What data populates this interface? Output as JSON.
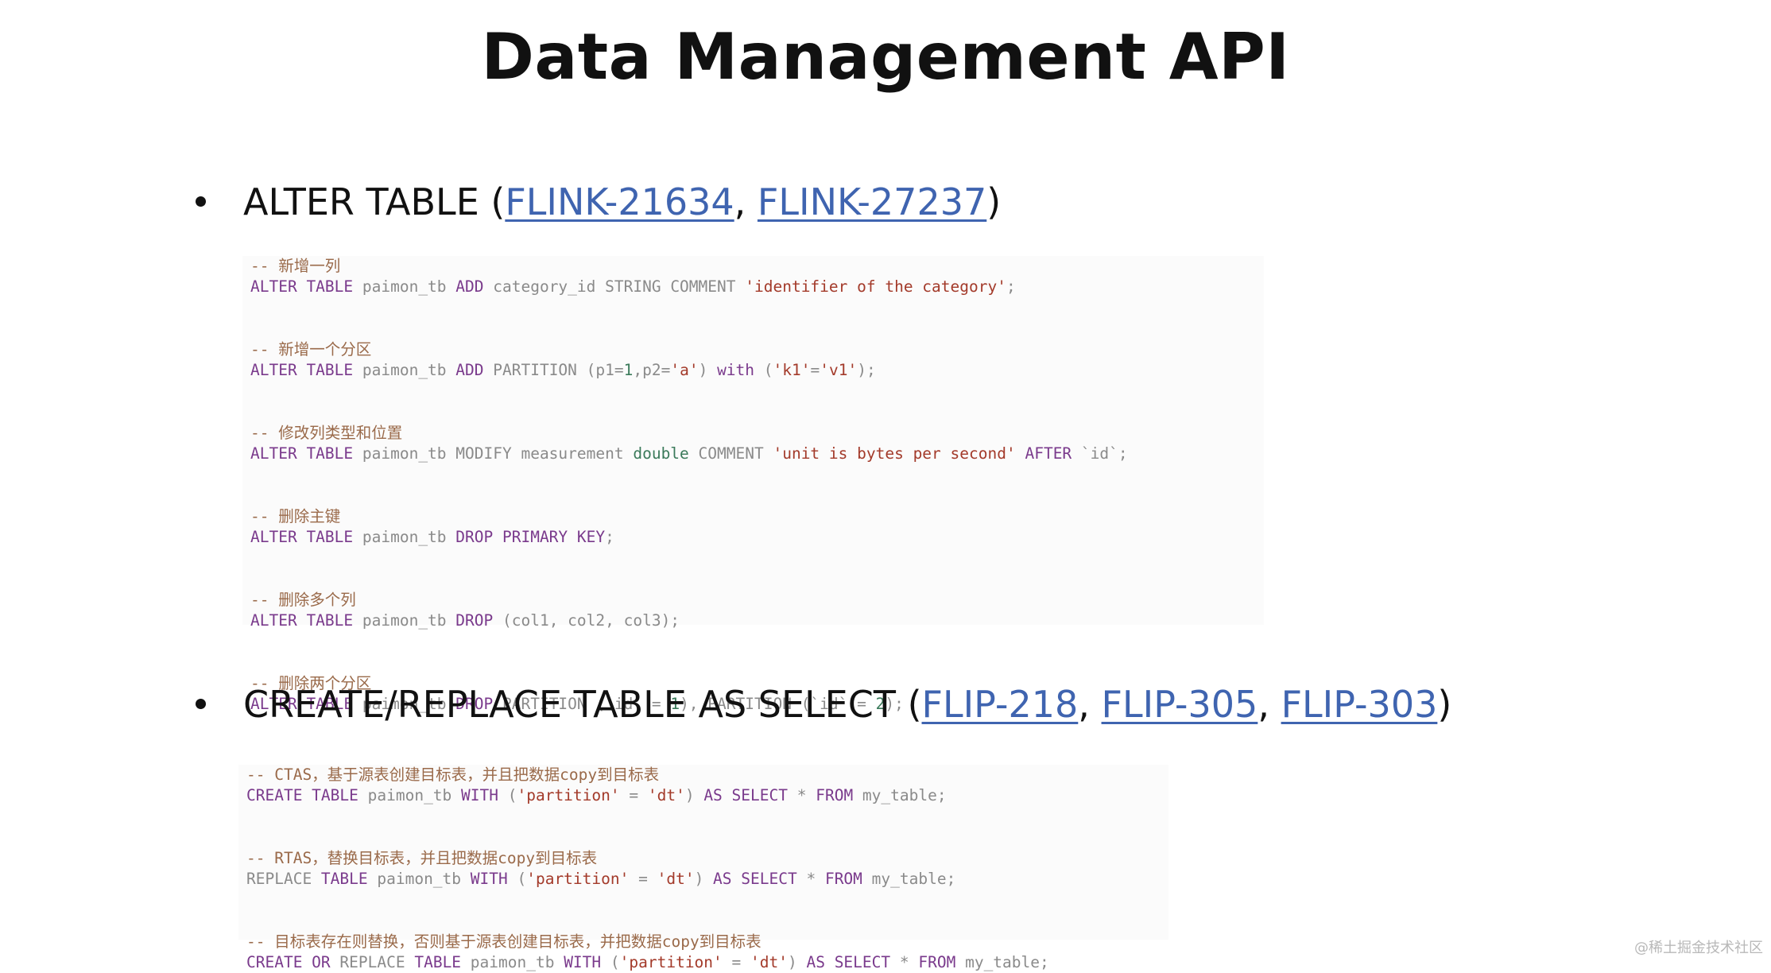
{
  "title": "Data Management API",
  "sections": [
    {
      "prefix": "ALTER TABLE (",
      "links": [
        "FLINK-21634",
        "FLINK-27237"
      ],
      "suffix": ")",
      "code": [
        [
          [
            [
              "c-cm",
              "-- 新增一列"
            ]
          ],
          [
            [
              "c-kw",
              "ALTER TABLE"
            ],
            [
              "",
              " paimon_tb "
            ],
            [
              "c-kw",
              "ADD"
            ],
            [
              "",
              " category_id STRING COMMENT "
            ],
            [
              "c-st",
              "'identifier of the category'"
            ],
            [
              "",
              ";"
            ]
          ]
        ],
        [
          [
            [
              "c-cm",
              "-- 新增一个分区"
            ]
          ],
          [
            [
              "c-kw",
              "ALTER TABLE"
            ],
            [
              "",
              " paimon_tb "
            ],
            [
              "c-kw",
              "ADD"
            ],
            [
              "",
              " PARTITION (p1="
            ],
            [
              "c-nu",
              "1"
            ],
            [
              "",
              ",p2="
            ],
            [
              "c-st",
              "'a'"
            ],
            [
              "",
              ") "
            ],
            [
              "c-kw",
              "with"
            ],
            [
              "",
              " ("
            ],
            [
              "c-st",
              "'k1'"
            ],
            [
              "",
              "="
            ],
            [
              "c-st",
              "'v1'"
            ],
            [
              "",
              ");"
            ]
          ]
        ],
        [
          [
            [
              "c-cm",
              "-- 修改列类型和位置"
            ]
          ],
          [
            [
              "c-kw",
              "ALTER TABLE"
            ],
            [
              "",
              " paimon_tb MODIFY measurement "
            ],
            [
              "c-ty",
              "double"
            ],
            [
              "",
              " COMMENT "
            ],
            [
              "c-st",
              "'unit is bytes per second'"
            ],
            [
              "",
              " "
            ],
            [
              "c-kw",
              "AFTER"
            ],
            [
              "",
              " `id`;"
            ]
          ]
        ],
        [
          [
            [
              "c-cm",
              "-- 删除主键"
            ]
          ],
          [
            [
              "c-kw",
              "ALTER TABLE"
            ],
            [
              "",
              " paimon_tb "
            ],
            [
              "c-kw",
              "DROP PRIMARY KEY"
            ],
            [
              "",
              ";"
            ]
          ]
        ],
        [
          [
            [
              "c-cm",
              "-- 删除多个列"
            ]
          ],
          [
            [
              "c-kw",
              "ALTER TABLE"
            ],
            [
              "",
              " paimon_tb "
            ],
            [
              "c-kw",
              "DROP"
            ],
            [
              "",
              " (col1, col2, col3);"
            ]
          ]
        ],
        [
          [
            [
              "c-cm",
              "-- 删除两个分区"
            ]
          ],
          [
            [
              "c-kw",
              "ALTER TABLE"
            ],
            [
              "",
              " paimon_tb "
            ],
            [
              "c-kw",
              "DROP"
            ],
            [
              "",
              " PARTITION (`id` = "
            ],
            [
              "c-nu",
              "1"
            ],
            [
              "",
              "), PARTITION (`id` = "
            ],
            [
              "c-nu",
              "2"
            ],
            [
              "",
              ");"
            ]
          ]
        ]
      ]
    },
    {
      "prefix": "CREATE/REPLACE TABLE AS SELECT (",
      "links": [
        "FLIP-218",
        "FLIP-305",
        "FLIP-303"
      ],
      "suffix": ")",
      "code": [
        [
          [
            [
              "c-cm",
              "-- CTAS，基于源表创建目标表，并且把数据copy到目标表"
            ]
          ],
          [
            [
              "c-kw",
              "CREATE TABLE"
            ],
            [
              "",
              " paimon_tb "
            ],
            [
              "c-kw",
              "WITH"
            ],
            [
              "",
              " ("
            ],
            [
              "c-st",
              "'partition'"
            ],
            [
              "",
              " = "
            ],
            [
              "c-st",
              "'dt'"
            ],
            [
              "",
              ") "
            ],
            [
              "c-kw",
              "AS SELECT"
            ],
            [
              "",
              " * "
            ],
            [
              "c-kw",
              "FROM"
            ],
            [
              "",
              " my_table;"
            ]
          ]
        ],
        [
          [
            [
              "c-cm",
              "-- RTAS，替换目标表，并且把数据copy到目标表"
            ]
          ],
          [
            [
              "",
              "REPLACE "
            ],
            [
              "c-kw",
              "TABLE"
            ],
            [
              "",
              " paimon_tb "
            ],
            [
              "c-kw",
              "WITH"
            ],
            [
              "",
              " ("
            ],
            [
              "c-st",
              "'partition'"
            ],
            [
              "",
              " = "
            ],
            [
              "c-st",
              "'dt'"
            ],
            [
              "",
              ") "
            ],
            [
              "c-kw",
              "AS SELECT"
            ],
            [
              "",
              " * "
            ],
            [
              "c-kw",
              "FROM"
            ],
            [
              "",
              " my_table;"
            ]
          ]
        ],
        [
          [
            [
              "c-cm",
              "-- 目标表存在则替换，否则基于源表创建目标表，并把数据copy到目标表"
            ]
          ],
          [
            [
              "c-kw",
              "CREATE OR"
            ],
            [
              "",
              " REPLACE "
            ],
            [
              "c-kw",
              "TABLE"
            ],
            [
              "",
              " paimon_tb "
            ],
            [
              "c-kw",
              "WITH"
            ],
            [
              "",
              " ("
            ],
            [
              "c-st",
              "'partition'"
            ],
            [
              "",
              " = "
            ],
            [
              "c-st",
              "'dt'"
            ],
            [
              "",
              ") "
            ],
            [
              "c-kw",
              "AS SELECT"
            ],
            [
              "",
              " * "
            ],
            [
              "c-kw",
              "FROM"
            ],
            [
              "",
              " my_table;"
            ]
          ]
        ]
      ]
    }
  ],
  "watermark": "@稀土掘金技术社区"
}
